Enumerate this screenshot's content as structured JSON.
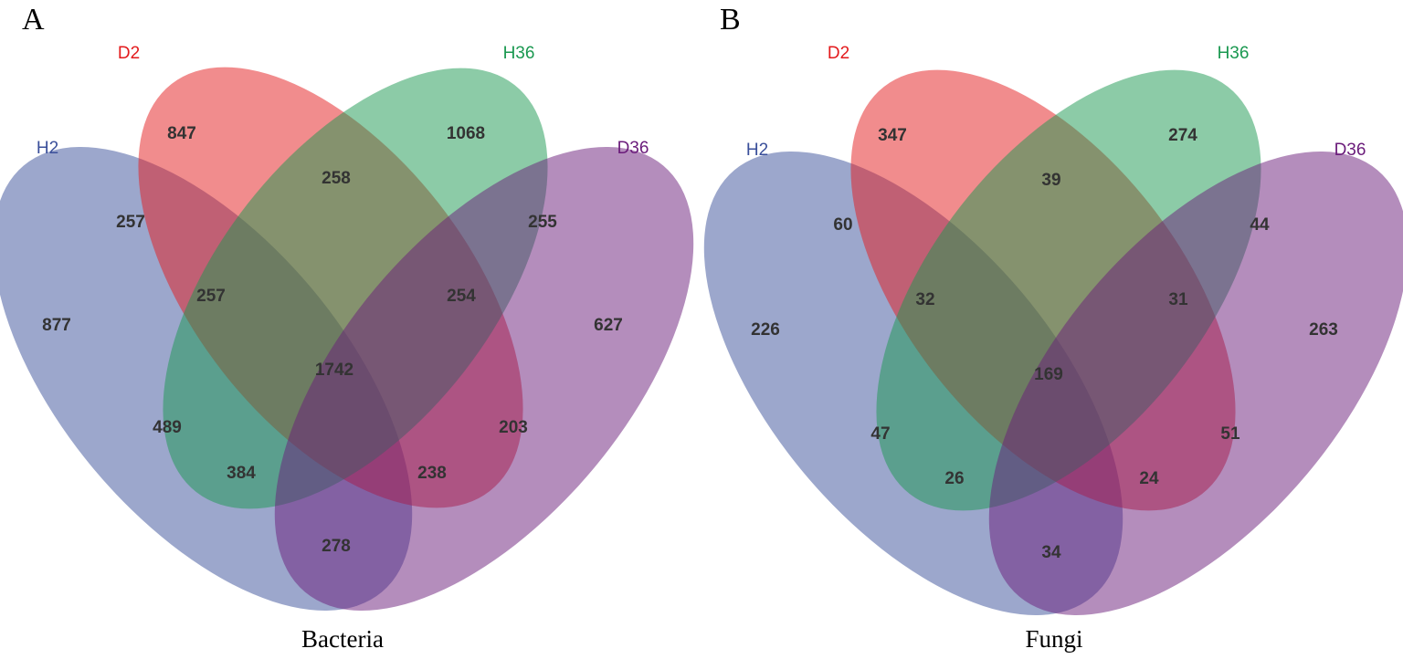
{
  "panels": [
    {
      "letter": "A",
      "caption": "Bacteria",
      "sets": [
        {
          "name": "H2",
          "color": "#3a4f9a"
        },
        {
          "name": "D2",
          "color": "#e31a1c"
        },
        {
          "name": "H36",
          "color": "#1a9850"
        },
        {
          "name": "D36",
          "color": "#6a1b7a"
        }
      ],
      "regions": {
        "h2_only": "877",
        "d2_only": "847",
        "h36_only": "1068",
        "d36_only": "627",
        "h2_d2": "257",
        "d2_h36": "258",
        "h36_d36": "255",
        "h2_d2_h36": "257",
        "d2_h36_d36": "254",
        "all": "1742",
        "h2_h36": "489",
        "d2_d36": "203",
        "h2_h36_d36": "384",
        "h2_d2_d36": "238",
        "h2_d36": "278"
      }
    },
    {
      "letter": "B",
      "caption": "Fungi",
      "sets": [
        {
          "name": "H2",
          "color": "#3a4f9a"
        },
        {
          "name": "D2",
          "color": "#e31a1c"
        },
        {
          "name": "H36",
          "color": "#1a9850"
        },
        {
          "name": "D36",
          "color": "#6a1b7a"
        }
      ],
      "regions": {
        "h2_only": "226",
        "d2_only": "347",
        "h36_only": "274",
        "d36_only": "263",
        "h2_d2": "60",
        "d2_h36": "39",
        "h36_d36": "44",
        "h2_d2_h36": "32",
        "d2_h36_d36": "31",
        "all": "169",
        "h2_h36": "47",
        "d2_d36": "51",
        "h2_h36_d36": "26",
        "h2_d2_d36": "24",
        "h2_d36": "34"
      }
    }
  ]
}
